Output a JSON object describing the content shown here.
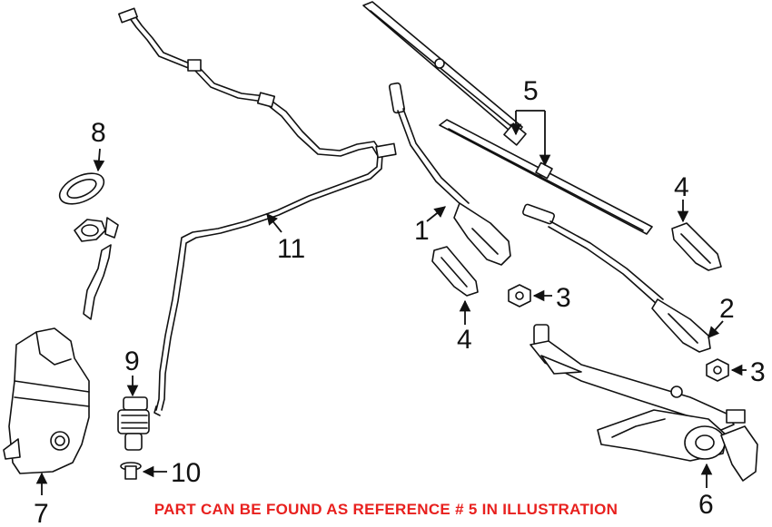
{
  "callouts": {
    "c1": "1",
    "c2": "2",
    "c3a": "3",
    "c3b": "3",
    "c4a": "4",
    "c4b": "4",
    "c5": "5",
    "c6": "6",
    "c7": "7",
    "c8": "8",
    "c9": "9",
    "c10": "10",
    "c11": "11"
  },
  "note": {
    "text": "PART CAN BE FOUND AS REFERENCE # 5 IN ILLUSTRATION",
    "color": "#e8201e"
  }
}
